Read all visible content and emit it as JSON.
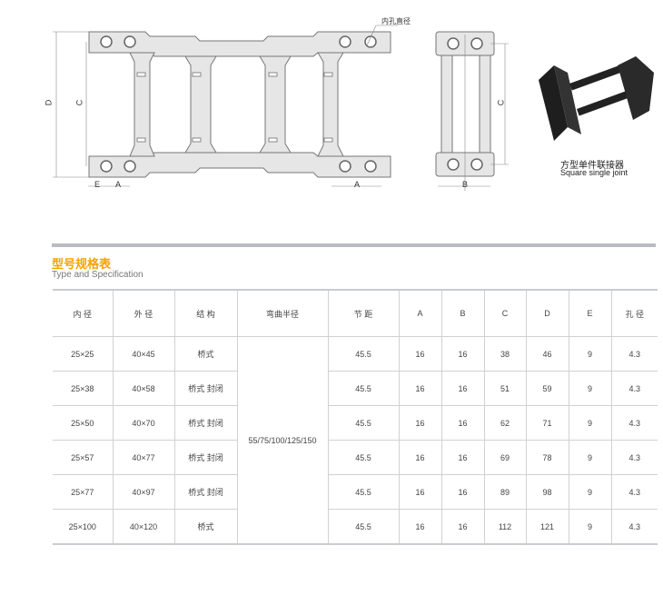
{
  "drawing": {
    "hole_label": "内孔直径",
    "dim_labels": {
      "D": "D",
      "C": "C",
      "E": "E",
      "A": "A",
      "B": "B"
    },
    "joint_caption_cn": "方型单件联接器",
    "joint_caption_en": "Square single joint"
  },
  "section": {
    "title_cn": "型号规格表",
    "title_en": "Type and Specification"
  },
  "table": {
    "headers": [
      "内 径",
      "外 径",
      "结 构",
      "弯曲半径",
      "节 距",
      "A",
      "B",
      "C",
      "D",
      "E",
      "孔 径"
    ],
    "bend_radius": "55/75/100/125/150",
    "rows": [
      [
        "25×25",
        "40×45",
        "桥式",
        "45.5",
        "16",
        "16",
        "38",
        "46",
        "9",
        "4.3"
      ],
      [
        "25×38",
        "40×58",
        "桥式 封闭",
        "45.5",
        "16",
        "16",
        "51",
        "59",
        "9",
        "4.3"
      ],
      [
        "25×50",
        "40×70",
        "桥式 封闭",
        "45.5",
        "16",
        "16",
        "62",
        "71",
        "9",
        "4.3"
      ],
      [
        "25×57",
        "40×77",
        "桥式 封闭",
        "45.5",
        "16",
        "16",
        "69",
        "78",
        "9",
        "4.3"
      ],
      [
        "25×77",
        "40×97",
        "桥式 封闭",
        "45.5",
        "16",
        "16",
        "89",
        "98",
        "9",
        "4.3"
      ],
      [
        "25×100",
        "40×120",
        "桥式",
        "45.5",
        "16",
        "16",
        "112",
        "121",
        "9",
        "4.3"
      ]
    ]
  }
}
